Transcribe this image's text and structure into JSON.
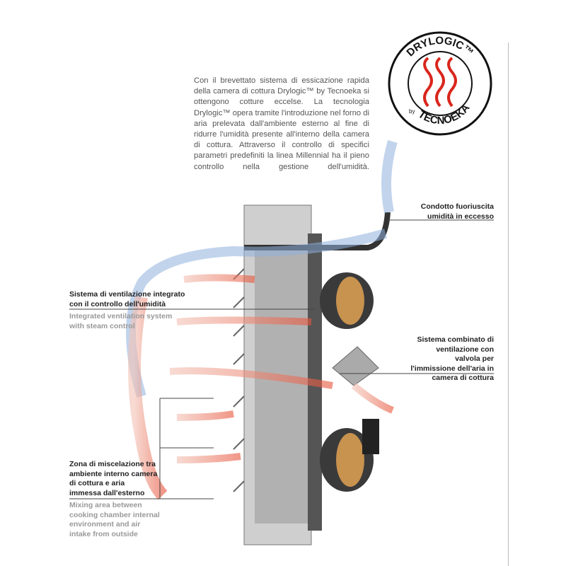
{
  "intro": "Con il brevettato sistema di essicazione rapida della camera di cottura Drylogic™ by Tecnoeka si ottengono cotture eccelse. La tecnologia Drylogic™ opera tramite l'introduzione nel forno di aria prelevata dall'ambiente esterno al fine di ridurre l'umidità presente all'interno della camera di cottura. Attraverso il controllo di specifici parametri predefiniti la linea Millennial ha il pieno controllo nella gestione dell'umidità.",
  "logo": {
    "top": "DRYLOGIC™",
    "by": "by",
    "bottom": "TECNOEKA"
  },
  "labels": {
    "duct": "Condotto fuoriuscita umidità in eccesso",
    "ventilation_it": "Sistema di ventilazione integrato con il controllo dell'umidità",
    "ventilation_en": "Integrated ventilation system with steam control",
    "combined": "Sistema combinato di ventilazione con valvola per l'immissione dell'aria in camera di cottura",
    "mixing_it": "Zona di miscelazione tra ambiente interno camera di cottura e aria immessa dall'esterno",
    "mixing_en": "Mixing area between cooking chamber internal environment and air intake from outside"
  },
  "colors": {
    "hot": "#e8543a",
    "cool": "#7fa0d0",
    "logo_red": "#d9261c"
  }
}
